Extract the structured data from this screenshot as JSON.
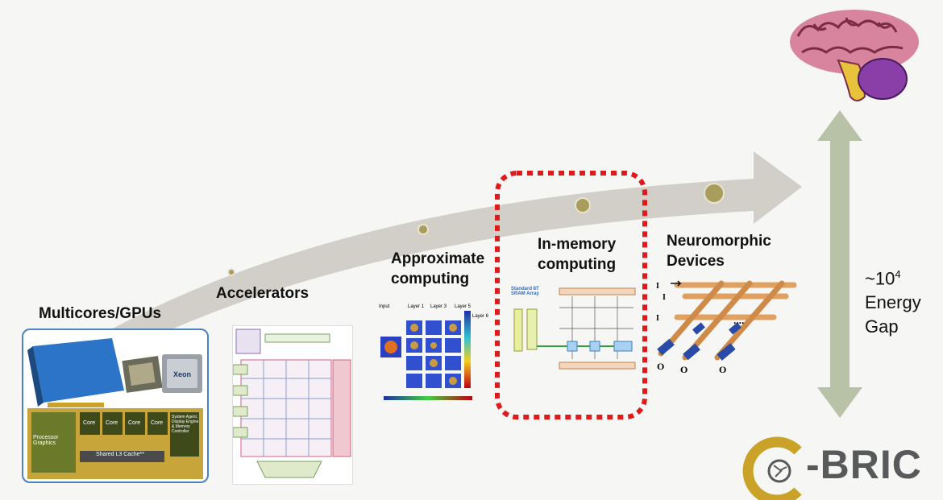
{
  "stages": [
    {
      "id": "multicores",
      "label": "Multicores/GPUs"
    },
    {
      "id": "accelerators",
      "label": "Accelerators"
    },
    {
      "id": "approximate",
      "label": "Approximate computing"
    },
    {
      "id": "inmemory",
      "label": "In-memory computing"
    },
    {
      "id": "neuromorphic",
      "label": "Neuromorphic Devices"
    }
  ],
  "energy_gap": {
    "prefix": "~10",
    "exponent": "4",
    "line1": "Energy",
    "line2": "Gap"
  },
  "logo": {
    "text": "-BRIC"
  },
  "chip_labels": {
    "core1": "Core",
    "core2": "Core",
    "core3": "Core",
    "core4": "Core",
    "graphics": "Processor Graphics",
    "cache": "Shared L3 Cache**",
    "agent": "System Agent, Display Engine & Memory Controller",
    "brand": "Xeon"
  },
  "approx_labels": {
    "input": "Input",
    "layer1": "Layer 1",
    "layer3": "Layer 3",
    "layer5": "Layer 5",
    "layer6": "Layer 6"
  },
  "sram_labels": {
    "array": "Standard 8T SRAM Array"
  },
  "neuro_labels": {
    "o1": "O",
    "o2": "O",
    "om": "O"
  },
  "colors": {
    "arrow": "#cfcdc6",
    "dot": "#a89d5c",
    "dashed": "#e0191b",
    "panel_border": "#4a82c3",
    "gap_arrow": "#b8c2a6",
    "logo_text": "#58595b",
    "logo_gold": "#c9a227"
  }
}
